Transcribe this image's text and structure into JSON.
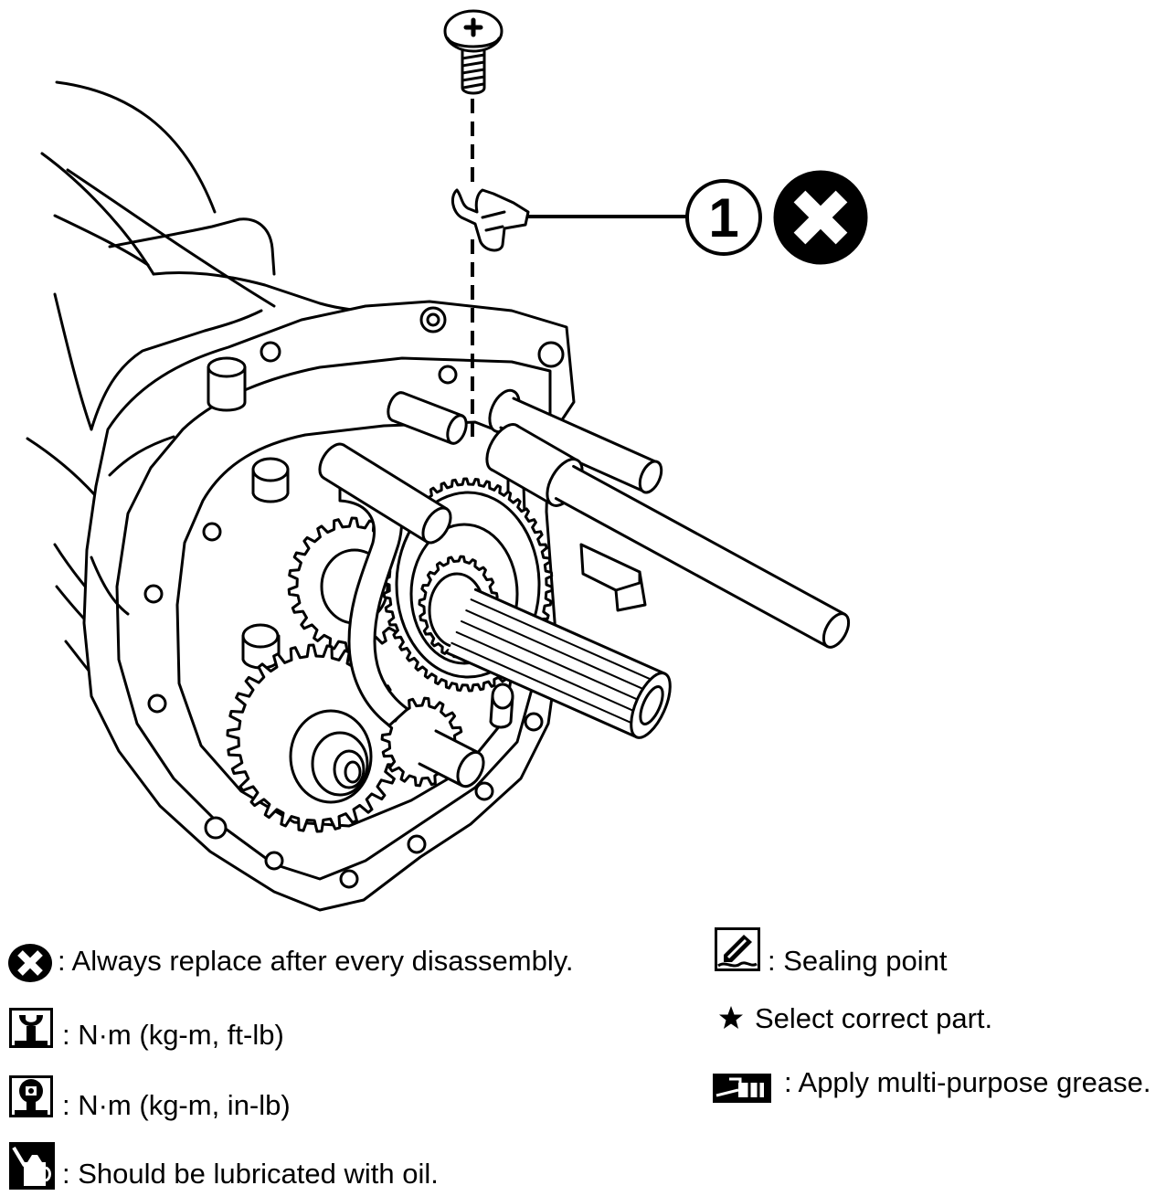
{
  "diagram": {
    "callout_number": "1",
    "callout_symbol_icon": "replace-part-x-icon",
    "part_icon": "screw-icon",
    "clip_icon": "retaining-clip-icon"
  },
  "legend": {
    "left": [
      {
        "icon": "replace-part-x-icon",
        "text": ": Always replace after every disassembly."
      },
      {
        "icon": "torque-wrench-icon",
        "text": ": N·m (kg-m, ft-lb)"
      },
      {
        "icon": "torque-wrench-small-icon",
        "text": ": N·m (kg-m, in-lb)"
      },
      {
        "icon": "oil-can-icon",
        "text": ": Should be lubricated with oil."
      }
    ],
    "right": [
      {
        "icon": "sealing-point-icon",
        "text": ": Sealing point"
      },
      {
        "icon": "star-icon",
        "text": "Select correct part."
      },
      {
        "icon": "grease-gun-icon",
        "text": ": Apply multi-purpose grease."
      }
    ]
  },
  "colors": {
    "ink": "#000000",
    "background": "#ffffff"
  }
}
